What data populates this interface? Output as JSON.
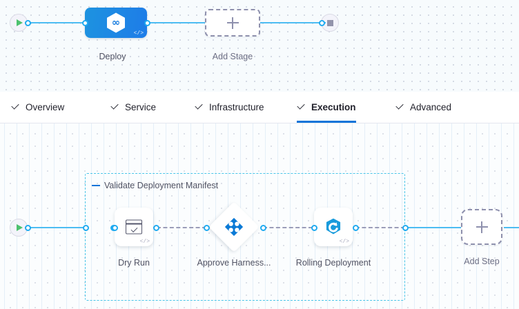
{
  "stage_canvas": {
    "start_node": {
      "name": "pipeline-start",
      "icon": "play-icon"
    },
    "end_node": {
      "name": "pipeline-end",
      "icon": "stop-icon"
    },
    "stages": [
      {
        "label": "Deploy",
        "icon": "harness-infinity-icon",
        "badge": "</>",
        "selected": true
      },
      {
        "label": "Add Stage",
        "icon": "plus-icon",
        "type": "add"
      }
    ]
  },
  "tabs": [
    {
      "label": "Overview",
      "icon": "check-icon",
      "active": false
    },
    {
      "label": "Service",
      "icon": "check-icon",
      "active": false
    },
    {
      "label": "Infrastructure",
      "icon": "check-icon",
      "active": false
    },
    {
      "label": "Execution",
      "icon": "check-icon",
      "active": true
    },
    {
      "label": "Advanced",
      "icon": "check-icon",
      "active": false
    }
  ],
  "step_canvas": {
    "start_node": {
      "name": "execution-start",
      "icon": "play-icon"
    },
    "group": {
      "title": "Validate Deployment Manifest",
      "collapse_icon": "minus-icon"
    },
    "steps": [
      {
        "label": "Dry Run",
        "icon": "shell-script-icon",
        "badge": "</>",
        "shape": "rounded-square"
      },
      {
        "label": "Approve\nHarness...",
        "icon": "harness-approval-icon",
        "shape": "diamond"
      },
      {
        "label": "Rolling\nDeployment",
        "icon": "kubernetes-rolling-icon",
        "badge": "</>",
        "shape": "rounded-square"
      }
    ],
    "add_step": {
      "label": "Add Step",
      "icon": "plus-icon"
    }
  },
  "colors": {
    "accent_blue": "#0a74d9",
    "link_cyan": "#4cbcf2",
    "group_border": "#49c5e8",
    "stage_gradient_from": "#1d93e0",
    "stage_gradient_to": "#1e7ce8",
    "dashed_gray": "#8e90ad",
    "play_green": "#4dc16e",
    "stop_gray": "#9293ab"
  }
}
